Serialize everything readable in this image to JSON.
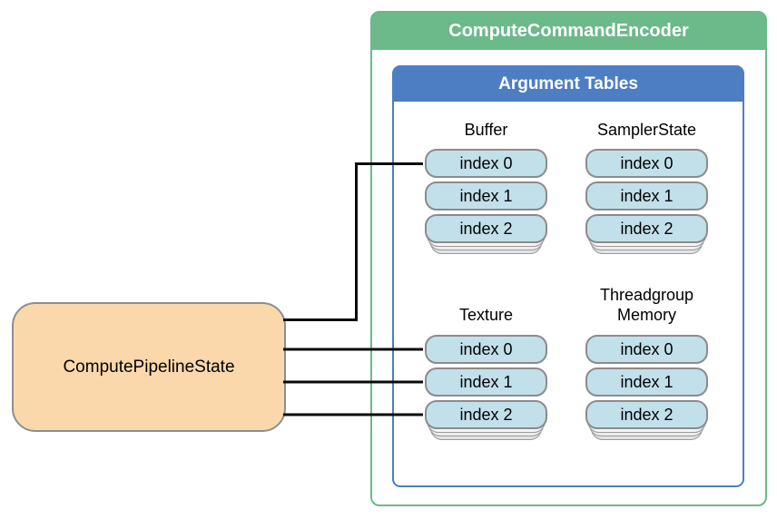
{
  "colors": {
    "green": "#6cb98a",
    "blue": "#4d7ec3",
    "lightblue": "#c2e0ea",
    "orange": "#fbd8ab",
    "boxborder": "#8b8b8b",
    "line": "#0a0a0a"
  },
  "diagram": {
    "encoder_title": "ComputeCommandEncoder",
    "tables_title": "Argument Tables",
    "pipeline_label": "ComputePipelineState",
    "groups": [
      {
        "label": "Buffer",
        "items": [
          "index 0",
          "index 1",
          "index 2"
        ]
      },
      {
        "label": "SamplerState",
        "items": [
          "index 0",
          "index 1",
          "index 2"
        ]
      },
      {
        "label": "Texture",
        "items": [
          "index 0",
          "index 1",
          "index 2"
        ]
      },
      {
        "label": "Threadgroup Memory",
        "items": [
          "index 0",
          "index 1",
          "index 2"
        ]
      }
    ]
  }
}
